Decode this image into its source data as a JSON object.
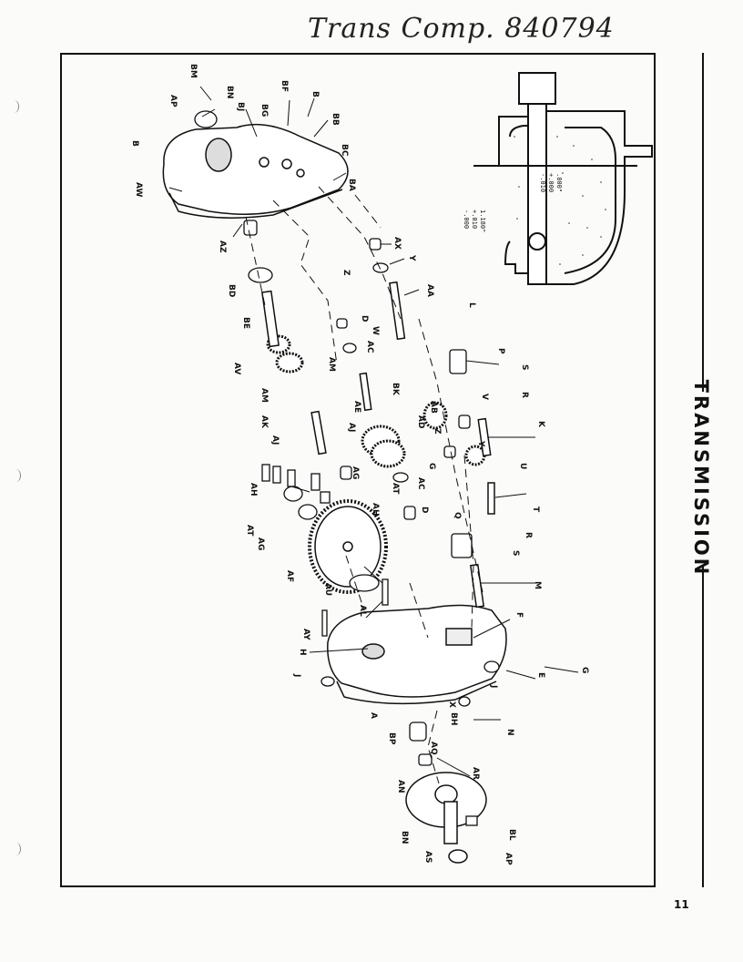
{
  "handwritten_note": "Trans Comp. 840794",
  "section_title": "TRANSMISSION",
  "page_number": "11",
  "inset_spec": {
    "line1": "1.180\"",
    "line2": "+.010",
    "line3": "-.000",
    "line4": ".800\"",
    "line5": "+.000",
    "line6": "-.010"
  },
  "part_labels": [
    "BM",
    "BN",
    "AP",
    "BJ",
    "BF",
    "BG",
    "B",
    "BB",
    "BC",
    "B",
    "AW",
    "BA",
    "AZ",
    "AX",
    "Y",
    "Z",
    "BD",
    "AA",
    "BE",
    "D",
    "W",
    "AC",
    "L",
    "AV",
    "AM",
    "AM",
    "P",
    "S",
    "BK",
    "AB",
    "R",
    "AE",
    "V",
    "AK",
    "AD",
    "Z",
    "AJ",
    "Y",
    "K",
    "AJ",
    "AG",
    "G",
    "AC",
    "AH",
    "AT",
    "U",
    "AH",
    "D",
    "T",
    "AT",
    "AG",
    "Q",
    "R",
    "S",
    "AF",
    "M",
    "AU",
    "AL",
    "F",
    "AY",
    "G",
    "H",
    "E",
    "J",
    "J",
    "X",
    "BH",
    "A",
    "N",
    "BP",
    "AQ",
    "AR",
    "AN",
    "BL",
    "BN",
    "AS",
    "AP"
  ]
}
